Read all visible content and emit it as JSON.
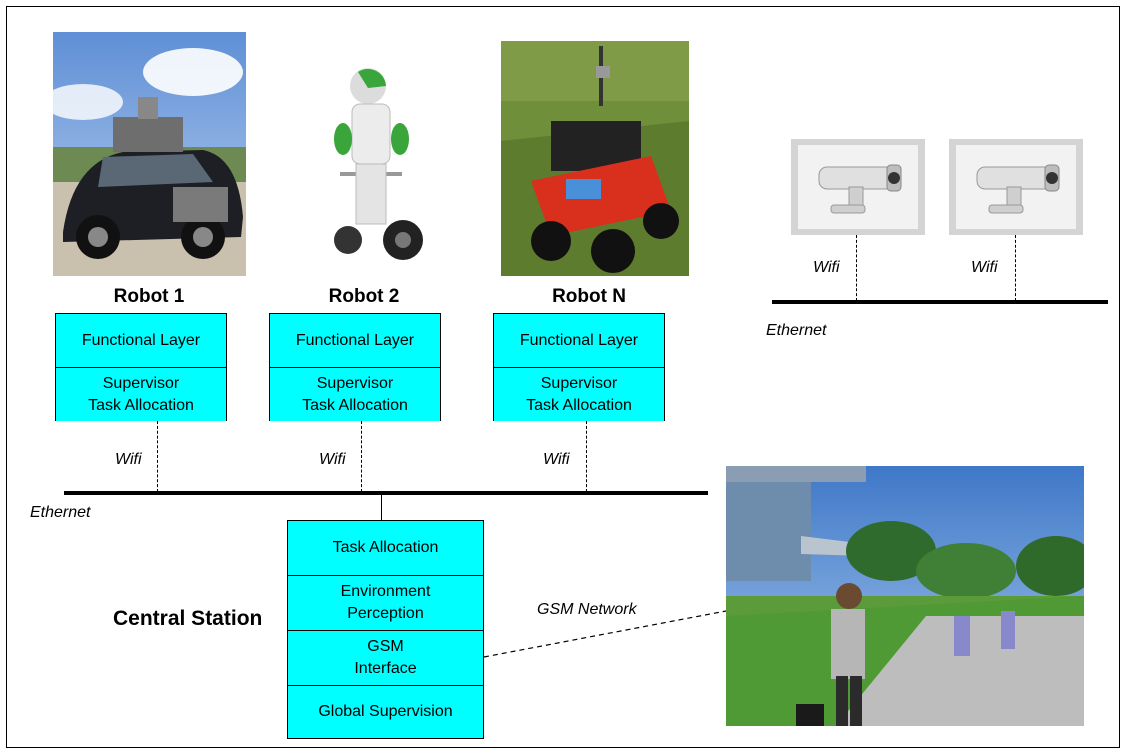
{
  "robots": [
    {
      "title": "Robot 1",
      "layers": [
        "Functional Layer",
        "Supervisor\nTask Allocation"
      ],
      "link": "Wifi",
      "image": "smart-car-robot"
    },
    {
      "title": "Robot 2",
      "layers": [
        "Functional Layer",
        "Supervisor\nTask Allocation"
      ],
      "link": "Wifi",
      "image": "humanoid-segway-robot"
    },
    {
      "title": "Robot N",
      "layers": [
        "Functional Layer",
        "Supervisor\nTask Allocation"
      ],
      "link": "Wifi",
      "image": "red-rover-robot"
    }
  ],
  "network_left": {
    "label": "Ethernet"
  },
  "cameras": [
    {
      "link": "Wifi",
      "image": "security-camera"
    },
    {
      "link": "Wifi",
      "image": "security-camera"
    }
  ],
  "network_right": {
    "label": "Ethernet"
  },
  "central_station": {
    "label": "Central Station",
    "layers": [
      "Task Allocation",
      "Environment\nPerception",
      "GSM\nInterface",
      "Global Supervision"
    ]
  },
  "gsm": {
    "label": "GSM Network",
    "image": "street-scene-with-user"
  },
  "colors": {
    "box_fill": "#00ffff",
    "line": "#000000"
  }
}
